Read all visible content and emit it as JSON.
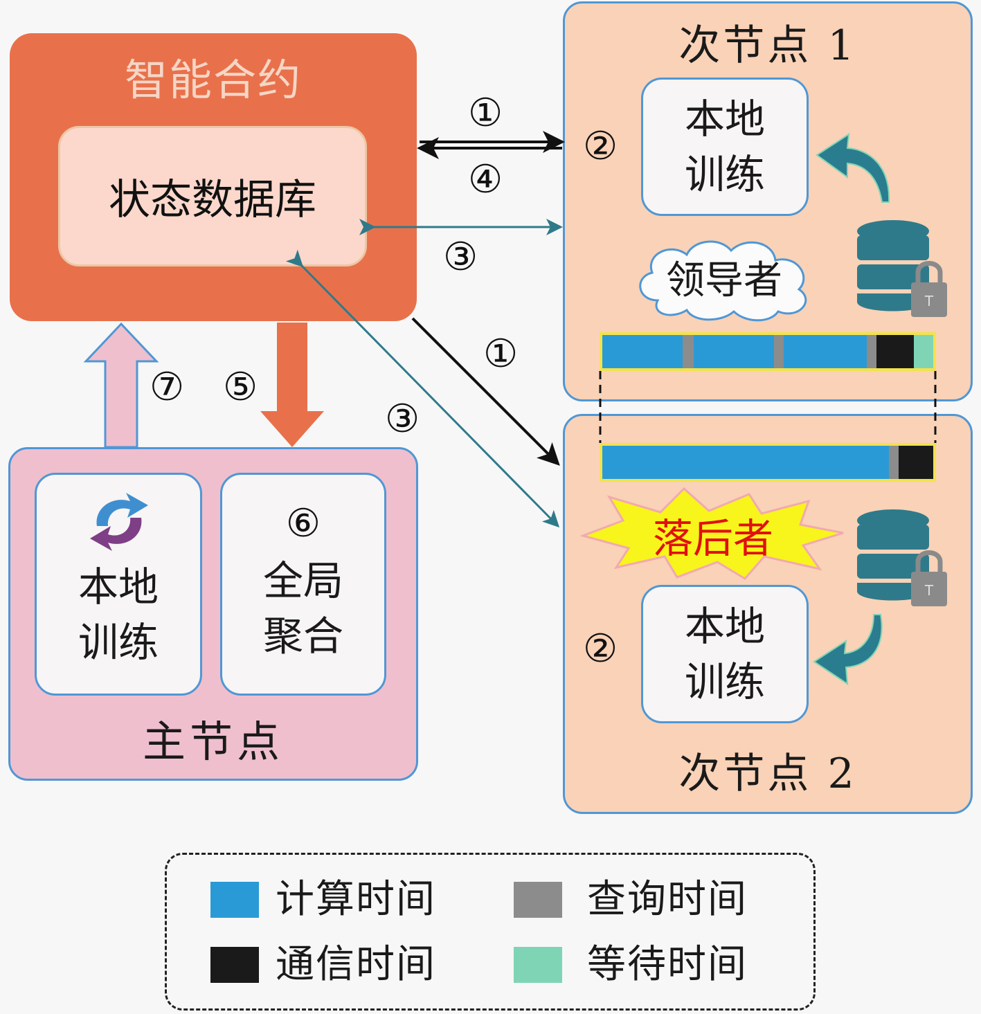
{
  "smart_contract": {
    "title": "智能合约",
    "db_label": "状态数据库"
  },
  "node1": {
    "title": "次节点 1",
    "train_line1": "本地",
    "train_line2": "训练",
    "role": "领导者",
    "step": "②"
  },
  "node2": {
    "title": "次节点 2",
    "train_line1": "本地",
    "train_line2": "训练",
    "role": "落后者",
    "step": "②"
  },
  "main_node": {
    "title": "主节点",
    "local_line1": "本地",
    "local_line2": "训练",
    "agg_step": "⑥",
    "agg_line1": "全局",
    "agg_line2": "聚合"
  },
  "steps": {
    "s1a": "①",
    "s4": "④",
    "s3a": "③",
    "s1b": "①",
    "s3b": "③",
    "s7": "⑦",
    "s5": "⑤"
  },
  "legend": {
    "items": [
      {
        "label": "计算时间",
        "color": "#2a9ad6"
      },
      {
        "label": "查询时间",
        "color": "#8c8c8c"
      },
      {
        "label": "通信时间",
        "color": "#1a1a1a"
      },
      {
        "label": "等待时间",
        "color": "#7fd4b6"
      }
    ]
  },
  "colors": {
    "contract": "#e8714b",
    "state_db": "#fbd8cb",
    "secondary_node": "#f9d2b7",
    "main_node": "#efbfce",
    "border_blue": "#4f97d5",
    "teal": "#2f7a8a",
    "straggler_text": "#e01010"
  }
}
